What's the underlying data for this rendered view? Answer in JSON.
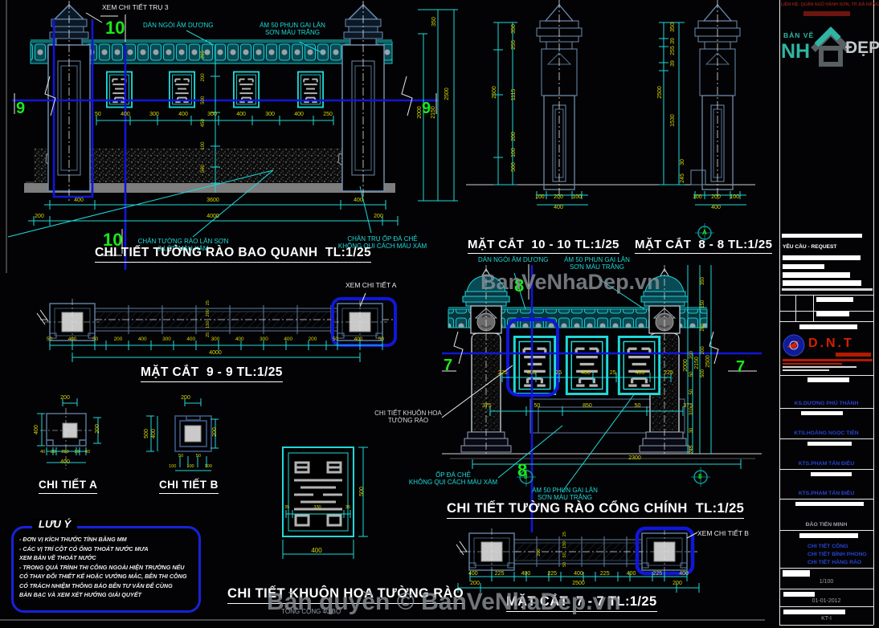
{
  "colors": {
    "dim_cyan": "#1fd9d9",
    "dim_yellow": "#d8d800",
    "marker_green": "#1ae81a",
    "highlight_blue": "#1016d8",
    "logo_teal": "#2fb5a3",
    "logo_red": "#d81e00"
  },
  "watermarks": {
    "site": "BanVeNhaDep.vn",
    "copyright": "Bản quyền © BanVeNhaDep.vn"
  },
  "logo": {
    "contact_line": "LIÊN HỆ: QUẬN NGŨ HÀNH SƠN, TP. ĐÀ NẴNG",
    "ban_ve": "BẢN VẼ",
    "nha": "NH",
    "dep": "ĐẸP"
  },
  "elev_perimeter": {
    "title": "CHI TIẾT TƯỜNG RÀO BAO QUANH  TL:1/25",
    "callout_pillar": "XEM CHI TIẾT TRỤ 3",
    "callout_tile": "DÁN NGÓI ÂM DƯƠNG",
    "callout_paint": "ÁM 50 PHUN GAI LĂN\nSƠN MÀU TRẮNG",
    "callout_base_wall": "CHÂN TƯỜNG RÀO LĂN SƠN\n3 LỚP MÀU XÁM",
    "callout_base_pillar": "CHÂN TRỤ ỐP ĐÁ CHẺ\nKHÔNG QUI CÁCH MÀU XÁM",
    "marker_top": "10",
    "marker_bottom": "10",
    "marker_left": "9",
    "marker_right": "9",
    "dims_top": [
      "50",
      "400",
      "300",
      "400",
      "300",
      "400",
      "300",
      "400",
      "250"
    ],
    "dims_vert": [
      "265",
      "200",
      "500",
      "450",
      "100",
      "500"
    ],
    "dim_mid_left": "400",
    "dim_mid_center": "3600",
    "dim_mid_right": "400",
    "dim_bot_left": "200",
    "dim_bot_center": "4000",
    "dim_bot_right": "200",
    "chain_350": "350",
    "chain_2000": "2000",
    "chain_2150": "2150",
    "chain_2500": "2500"
  },
  "section10": {
    "title": "MẶT CẮT  10 - 10 TL:1/25",
    "dim_total": "2500",
    "c350": "350",
    "c255": "255",
    "c1115": "1115",
    "c200": "200",
    "c100": "100",
    "c500": "500",
    "dims_bottom": [
      "100",
      "200",
      "100"
    ],
    "dim_width": "400"
  },
  "section8": {
    "title": "MẶT CẮT  8 - 8 TL:1/25",
    "dim_total": "2500",
    "c350": "350",
    "c39a": "39",
    "c255": "255",
    "c39b": "39",
    "c1530": "1530",
    "c30": "30",
    "c245": "245",
    "dims_bottom": [
      "100",
      "200",
      "100"
    ],
    "dim_width": "400",
    "marker": "A"
  },
  "plan9": {
    "title": "MẶT CẮT  9 - 9 TL:1/25",
    "callout": "XEM CHI TIẾT A",
    "dims": [
      "50",
      "400",
      "50",
      "200",
      "400",
      "300",
      "400",
      "300",
      "400",
      "300",
      "400",
      "200",
      "50",
      "400",
      "50"
    ],
    "dim_total": "4000",
    "dims_center": [
      "25",
      "200",
      "150",
      "25"
    ]
  },
  "detailA": {
    "title": "CHI TIẾT A",
    "dim_top": "200",
    "dim_left": "400",
    "dim_right": "200",
    "dims_bottom": [
      "40",
      "20",
      "280",
      "20",
      "40"
    ],
    "dim_total": "400"
  },
  "detailB": {
    "title": "CHI TIẾT B",
    "dim_top": "200",
    "dim_left1": "500",
    "dim_left2": "400",
    "dim_right": "200",
    "dims_bottom1": [
      "50",
      "50"
    ],
    "dims_bottom2": [
      "100",
      "100",
      "100"
    ]
  },
  "flower": {
    "title": "CHI TIẾT KHUÔN HOA TƯỜNG RÀO",
    "subtitle": "TỔNG CỘNG 40 BỘ",
    "dim_right": "500",
    "dim_bottom": "400",
    "dims_inner": [
      "35",
      "330",
      "35"
    ]
  },
  "notes": {
    "title": "LƯU Ý",
    "lines": [
      "- ĐƠN VỊ KÍCH THƯỚC TÍNH BẰNG MM",
      "- CÁC VỊ TRÍ CỘT CÓ ỐNG THOÁT NƯỚC MƯA",
      "  XEM BẢN VẼ THOÁT NƯỚC",
      "- TRONG QUÁ TRÌNH THI CÔNG NGOÀI HIỆN TRƯỜNG NẾU",
      "CÓ THAY ĐỔI THIẾT KẾ HOẶC VƯỚNG MẮC, BÊN THI CÔNG",
      "CÓ TRÁCH NHIỆM THÔNG BÁO BÊN TƯ VẤN ĐỂ CÙNG",
      "BÀN BẠC VÀ XEM XÉT HƯỚNG GIẢI QUYẾT"
    ]
  },
  "gate": {
    "title": "CHI TIẾT TƯỜNG RÀO CỔNG CHÍNH  TL:1/25",
    "callout_tile": "DÁN NGÓI ÂM DƯƠNG",
    "callout_paint": "ÁM 50 PHUN GAI LĂN\nSƠN MÀU TRẮNG",
    "callout_flower": "CHI TIẾT KHUÔN HOA\nTƯỜNG RÀO",
    "callout_stone": "ỐP ĐÁ CHẺ\nKHÔNG QUI CÁCH MÀU XÁM",
    "callout_paint2": "ÁM 50 PHUN GAI LĂN\nSƠN MÀU TRẮNG",
    "marker_top": "8",
    "marker_bottom": "8",
    "marker_left": "7",
    "marker_right": "7",
    "marker_circle": "8",
    "dims_top": [
      "225",
      "400",
      "25",
      "400",
      "25",
      "400",
      "225"
    ],
    "dims_mid": [
      "375",
      "50",
      "850",
      "50",
      "375"
    ],
    "dim_total": "2300",
    "dims_vert": [
      "200",
      "50",
      "50",
      "310",
      "30",
      "245"
    ],
    "dims_right": [
      "350",
      "150",
      "265",
      "200",
      "500"
    ],
    "far_2000": "2000",
    "far_2150": "2150",
    "far_2500": "2500"
  },
  "plan7": {
    "title": "MẶT CẮT  7 - 7 TL:1/25",
    "callout": "XEM CHI TIẾT B",
    "dims": [
      "400",
      "225",
      "400",
      "225",
      "400",
      "225",
      "400",
      "225",
      "400"
    ],
    "dim_total_left": "200",
    "dim_total_center": "2500",
    "dim_total_right": "200",
    "dims_center": [
      "25",
      "150",
      "50",
      "50"
    ],
    "dim_center2": "200"
  },
  "titleblock": {
    "request_header": "YÊU CẦU - REQUEST",
    "company": "D.N.T",
    "people": [
      "KS.DƯƠNG PHÚ THÀNH",
      "KTS.HOÀNG NGỌC TIÊN",
      "KTS.PHẠM TẤN ĐIỀU",
      "KTS.PHẠM TẤN ĐIỀU",
      "ĐÀO TIẾN MINH"
    ],
    "contents": [
      "CHI TIẾT CỔNG",
      "CHI TIẾT BÌNH PHONG",
      "CHI TIẾT HÀNG RÀO"
    ],
    "scale": "1/100",
    "date": "01-01-2012",
    "sheet_no": "KT-I"
  }
}
